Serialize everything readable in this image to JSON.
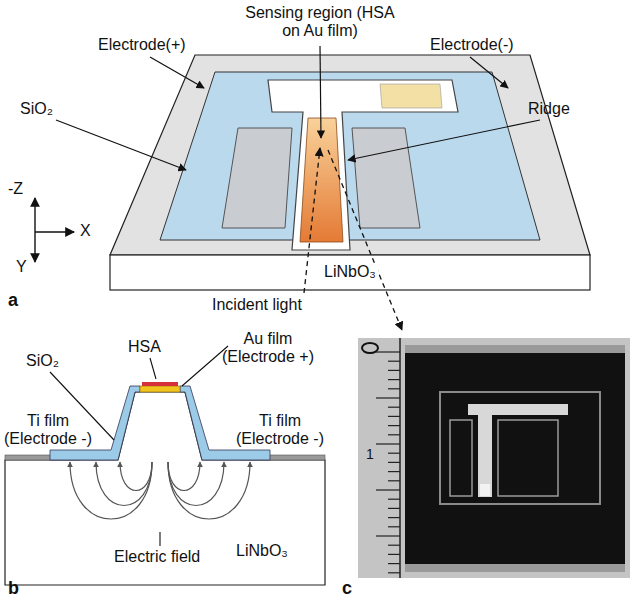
{
  "diagram": {
    "labels": [
      "Sensing region (HSA on Au film)",
      "Electrode(+)",
      "Electrode(-)",
      "SiO₂",
      "Ridge",
      "-Z",
      "X",
      "Y",
      "LiNbO₃",
      "a",
      "Incident light",
      "HSA",
      "Au film (Electrode +)",
      "SiO₂",
      "Ti film (Electrode -)",
      "Ti film (Electrode -)",
      "LiNbO₃",
      "Electric field",
      "b",
      "c",
      "1"
    ]
  }
}
